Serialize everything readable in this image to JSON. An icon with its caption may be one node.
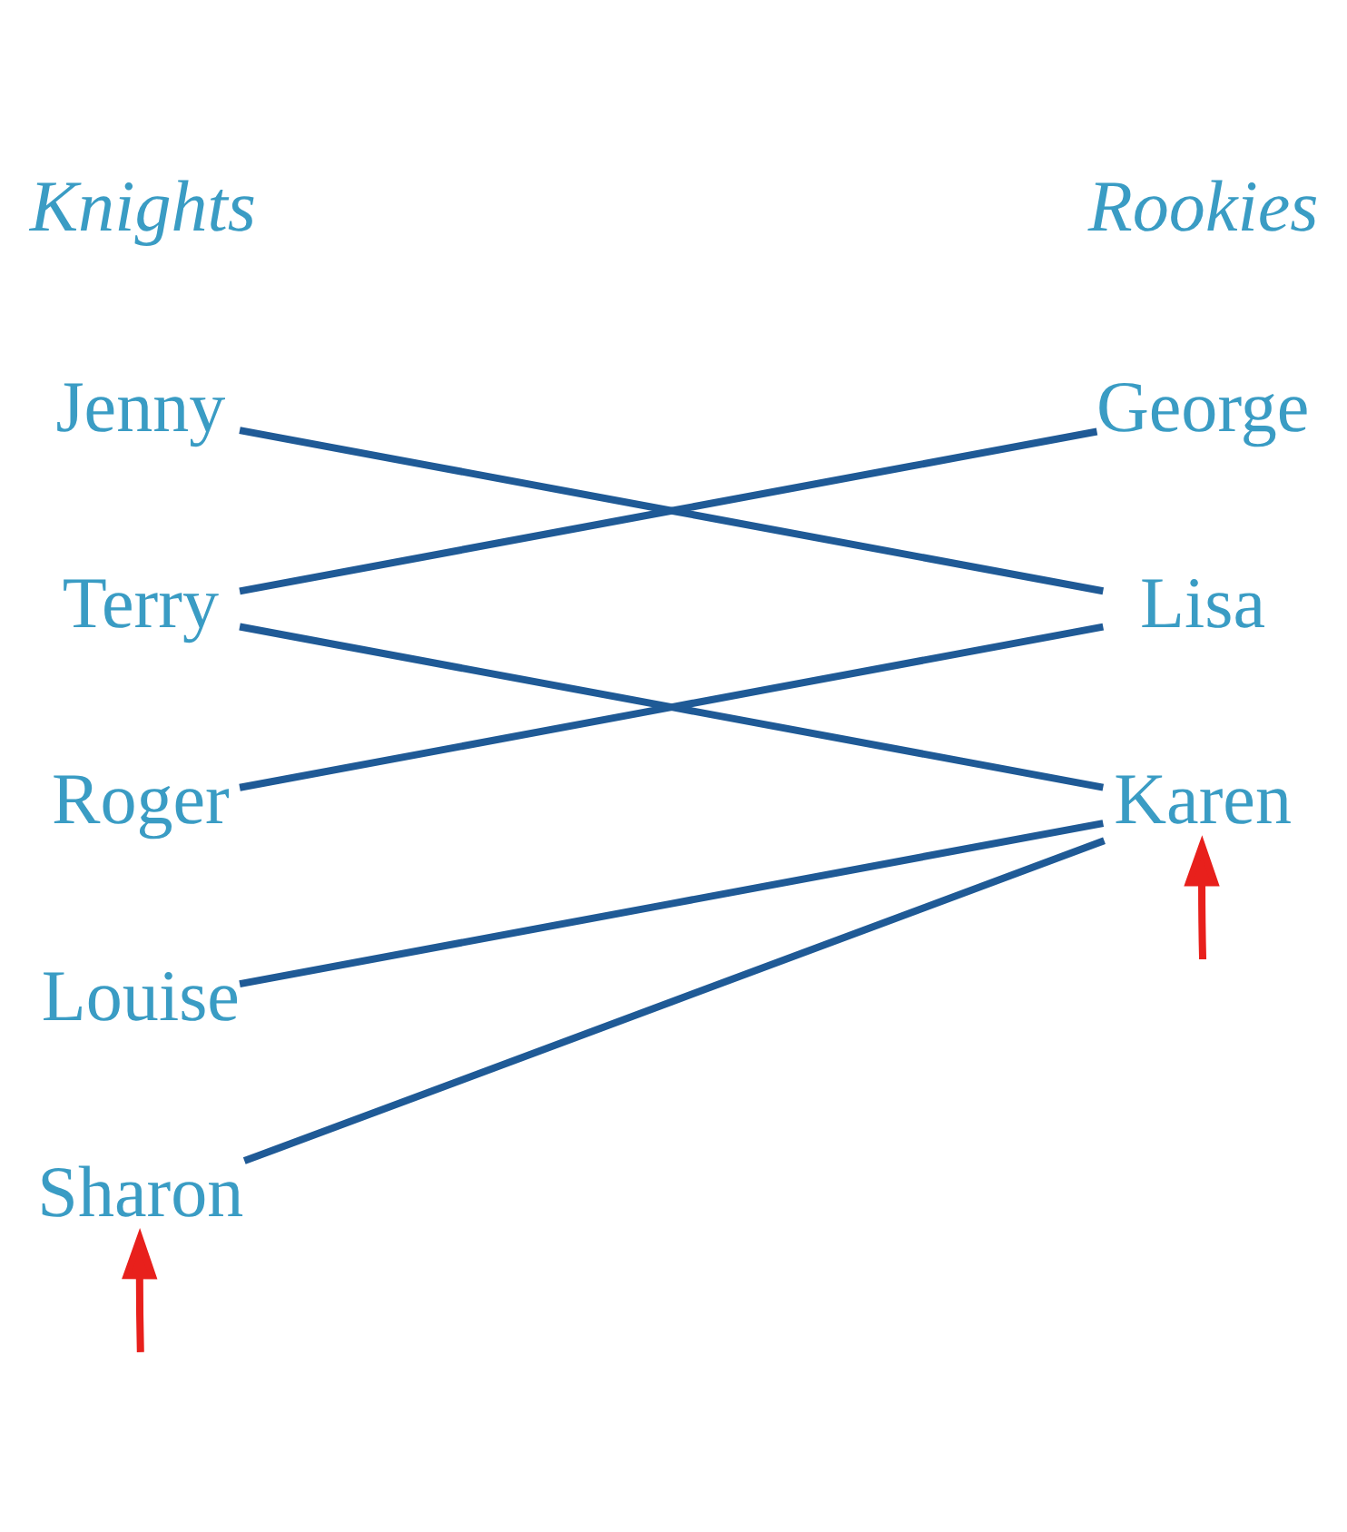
{
  "diagram": {
    "nodes": [
      {
        "text": [
          "Jenny"
        ]
      },
      {
        "text": [
          "Terry"
        ]
      },
      {
        "text": [
          "Roger"
        ]
      },
      {
        "text": [
          "Louise"
        ]
      },
      {
        "text": [
          "Sharon"
        ]
      },
      {
        "text": [
          "George"
        ]
      },
      {
        "text": [
          "Lisa"
        ]
      },
      {
        "text": [
          "Karen"
        ]
      }
    ],
    "edges": [
      {
        "from": 0,
        "to": 6,
        "arrow": "none"
      },
      {
        "from": 1,
        "to": 5,
        "arrow": "none"
      },
      {
        "from": 1,
        "to": 7,
        "arrow": "none"
      },
      {
        "from": 2,
        "to": 6,
        "arrow": "none"
      },
      {
        "from": 3,
        "to": 7,
        "arrow": "none"
      },
      {
        "from": 4,
        "to": 7,
        "arrow": "none"
      },
      {
        "from": null,
        "to": 4,
        "arrow": "to",
        "color": "#e8201c"
      },
      {
        "from": null,
        "to": 7,
        "arrow": "to",
        "color": "#e8201c"
      }
    ],
    "labels": [
      "Knights",
      "Rookies"
    ]
  }
}
